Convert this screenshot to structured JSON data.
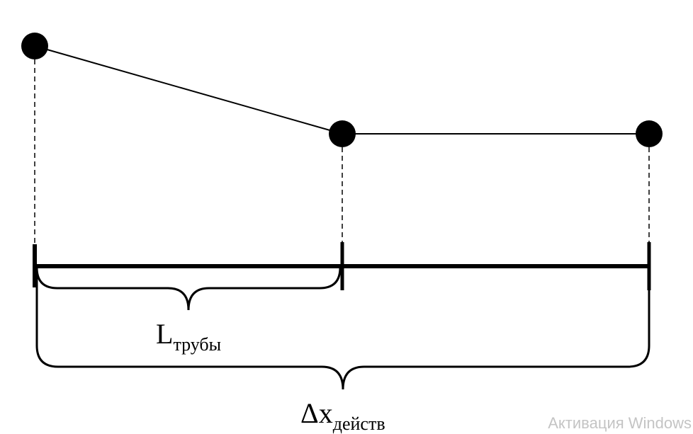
{
  "labels": {
    "pipe_length_main": "L",
    "pipe_length_sub": "трубы",
    "delta_main": "Δx",
    "delta_sub": "действ"
  },
  "watermark": {
    "text": "Активация Windows"
  },
  "colors": {
    "stroke": "#000000",
    "node_fill": "#000000",
    "background": "#ffffff",
    "watermark": "#c4c4c4"
  }
}
